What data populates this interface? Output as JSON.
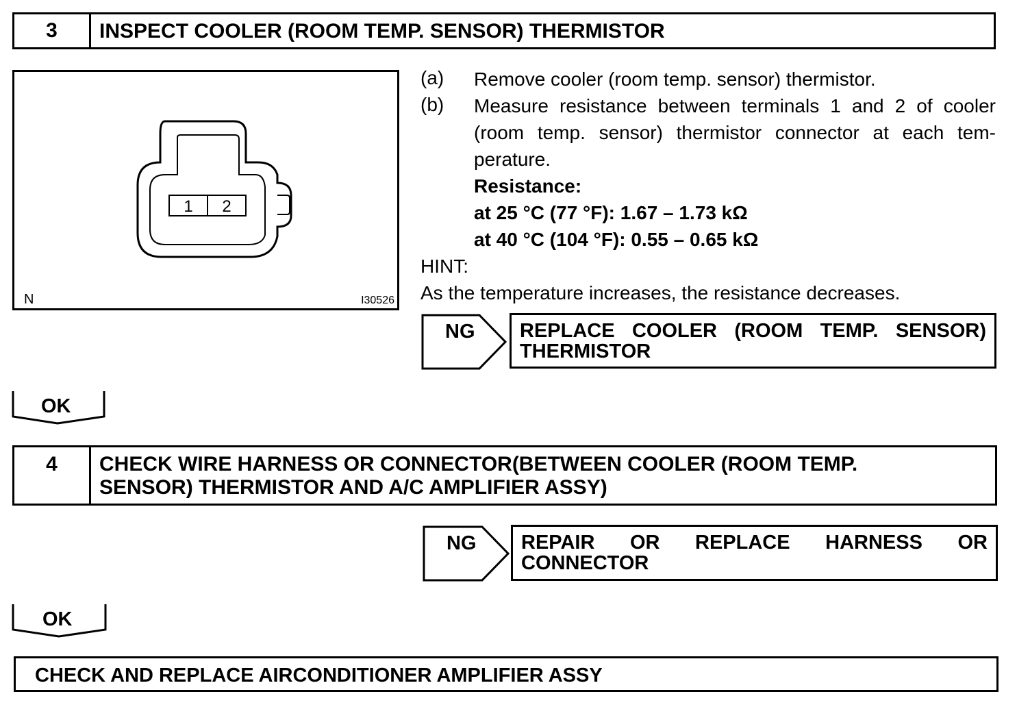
{
  "step3": {
    "number": "3",
    "title": "INSPECT COOLER (ROOM TEMP. SENSOR) THERMISTOR",
    "figure": {
      "terminal_1": "1",
      "terminal_2": "2",
      "corner_left": "N",
      "figure_id": "I30526"
    },
    "item_a": {
      "label": "(a)",
      "text": "Remove cooler (room temp. sensor) thermistor."
    },
    "item_b": {
      "label": "(b)",
      "lines": [
        "Measure resistance between terminals 1 and 2 of cooler",
        "(room temp. sensor) thermistor connector at each tem-",
        "perature."
      ]
    },
    "resistance_label": "Resistance:",
    "spec_25": "at  25 °C (77 °F): 1.67 – 1.73 kΩ",
    "spec_40": "at  40 °C (104 °F): 0.55 – 0.65 kΩ",
    "hint_label": "HINT:",
    "hint_text": "As the temperature increases, the resistance decreases.",
    "ng_label": "NG",
    "ng_result": {
      "line1": [
        "REPLACE",
        "COOLER",
        "(ROOM",
        "TEMP.",
        "SENSOR)"
      ],
      "line2": "THERMISTOR"
    },
    "ok_label": "OK"
  },
  "step4": {
    "number": "4",
    "title_line1": "CHECK WIRE HARNESS OR CONNECTOR(BETWEEN COOLER (ROOM TEMP.",
    "title_line2": "SENSOR) THERMISTOR AND A/C AMPLIFIER ASSY)",
    "ng_label": "NG",
    "ng_result": {
      "line1": [
        "REPAIR",
        "OR",
        "REPLACE",
        "HARNESS",
        "OR"
      ],
      "line2": "CONNECTOR"
    },
    "ok_label": "OK"
  },
  "final": {
    "text": "CHECK AND REPLACE AIRCONDITIONER AMPLIFIER ASSY"
  }
}
